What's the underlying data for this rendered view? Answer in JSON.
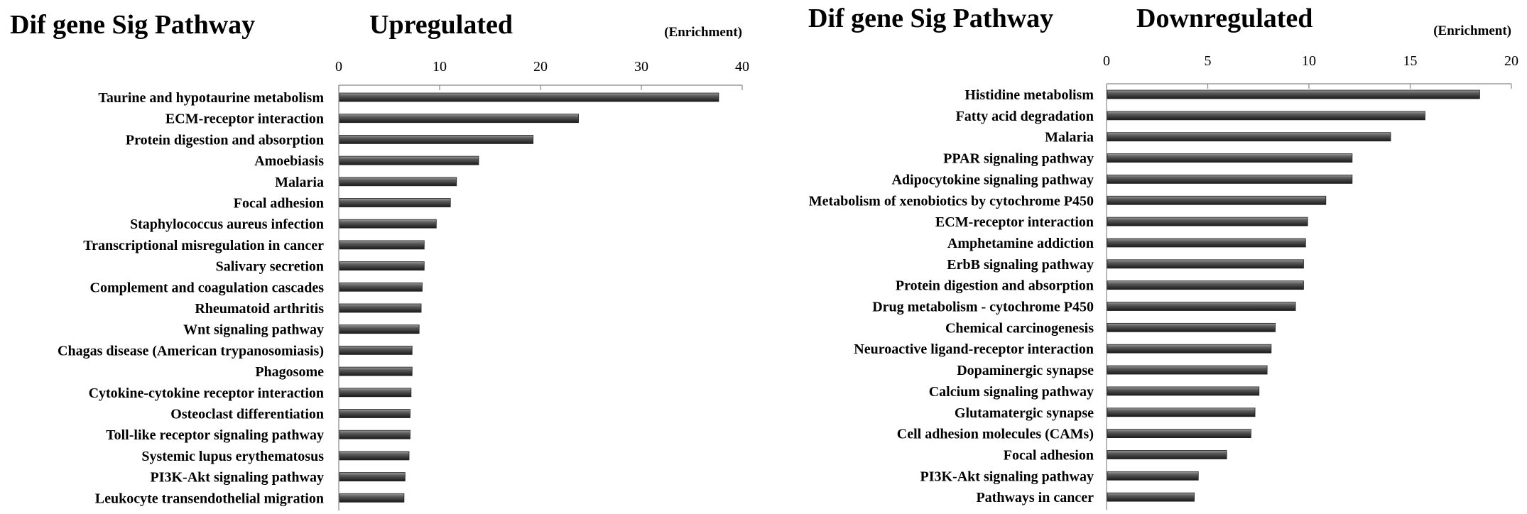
{
  "chart_data": [
    {
      "type": "bar",
      "orientation": "horizontal",
      "title": "Dif gene Sig Pathway",
      "subtitle": "Upregulated",
      "xlabel": "(Enrichment)",
      "xlim": [
        0,
        40
      ],
      "xticks": [
        "0",
        "10",
        "20",
        "30",
        "40"
      ],
      "categories": [
        "Taurine and hypotaurine metabolism",
        "ECM-receptor interaction",
        "Protein digestion and absorption",
        "Amoebiasis",
        "Malaria",
        "Focal adhesion",
        "Staphylococcus aureus infection",
        "Transcriptional misregulation in cancer",
        "Salivary secretion",
        "Complement and coagulation cascades",
        "Rheumatoid arthritis",
        "Wnt signaling pathway",
        "Chagas disease (American trypanosomiasis)",
        "Phagosome",
        "Cytokine-cytokine receptor interaction",
        "Osteoclast differentiation",
        "Toll-like receptor signaling pathway",
        "Systemic lupus erythematosus",
        "PI3K-Akt signaling pathway",
        "Leukocyte transendothelial migration"
      ],
      "values": [
        37.6,
        23.7,
        19.2,
        13.8,
        11.6,
        11.0,
        9.6,
        8.4,
        8.4,
        8.2,
        8.1,
        7.9,
        7.2,
        7.2,
        7.1,
        7.0,
        7.0,
        6.9,
        6.5,
        6.4
      ],
      "grid": false,
      "legend": "none",
      "bar_color": "#4a4a4a"
    },
    {
      "type": "bar",
      "orientation": "horizontal",
      "title": "Dif gene Sig Pathway",
      "subtitle": "Downregulated",
      "xlabel": "(Enrichment)",
      "xlim": [
        0,
        20
      ],
      "xticks": [
        "0",
        "5",
        "10",
        "15",
        "20"
      ],
      "categories": [
        "Histidine metabolism",
        "Fatty acid degradation",
        "Malaria",
        "PPAR signaling pathway",
        "Adipocytokine signaling pathway",
        "Metabolism of xenobiotics by cytochrome P450",
        "ECM-receptor interaction",
        "Amphetamine addiction",
        "ErbB signaling pathway",
        "Protein digestion and absorption",
        "Drug metabolism - cytochrome P450",
        "Chemical carcinogenesis",
        "Neuroactive ligand-receptor interaction",
        "Dopaminergic synapse",
        "Calcium signaling pathway",
        "Glutamatergic synapse",
        "Cell adhesion molecules (CAMs)",
        "Focal adhesion",
        "PI3K-Akt signaling pathway",
        "Pathways in cancer"
      ],
      "values": [
        18.4,
        15.7,
        14.0,
        12.1,
        12.1,
        10.8,
        9.9,
        9.8,
        9.7,
        9.7,
        9.3,
        8.3,
        8.1,
        7.9,
        7.5,
        7.3,
        7.1,
        5.9,
        4.5,
        4.3
      ],
      "grid": false,
      "legend": "none",
      "bar_color": "#4a4a4a"
    }
  ]
}
